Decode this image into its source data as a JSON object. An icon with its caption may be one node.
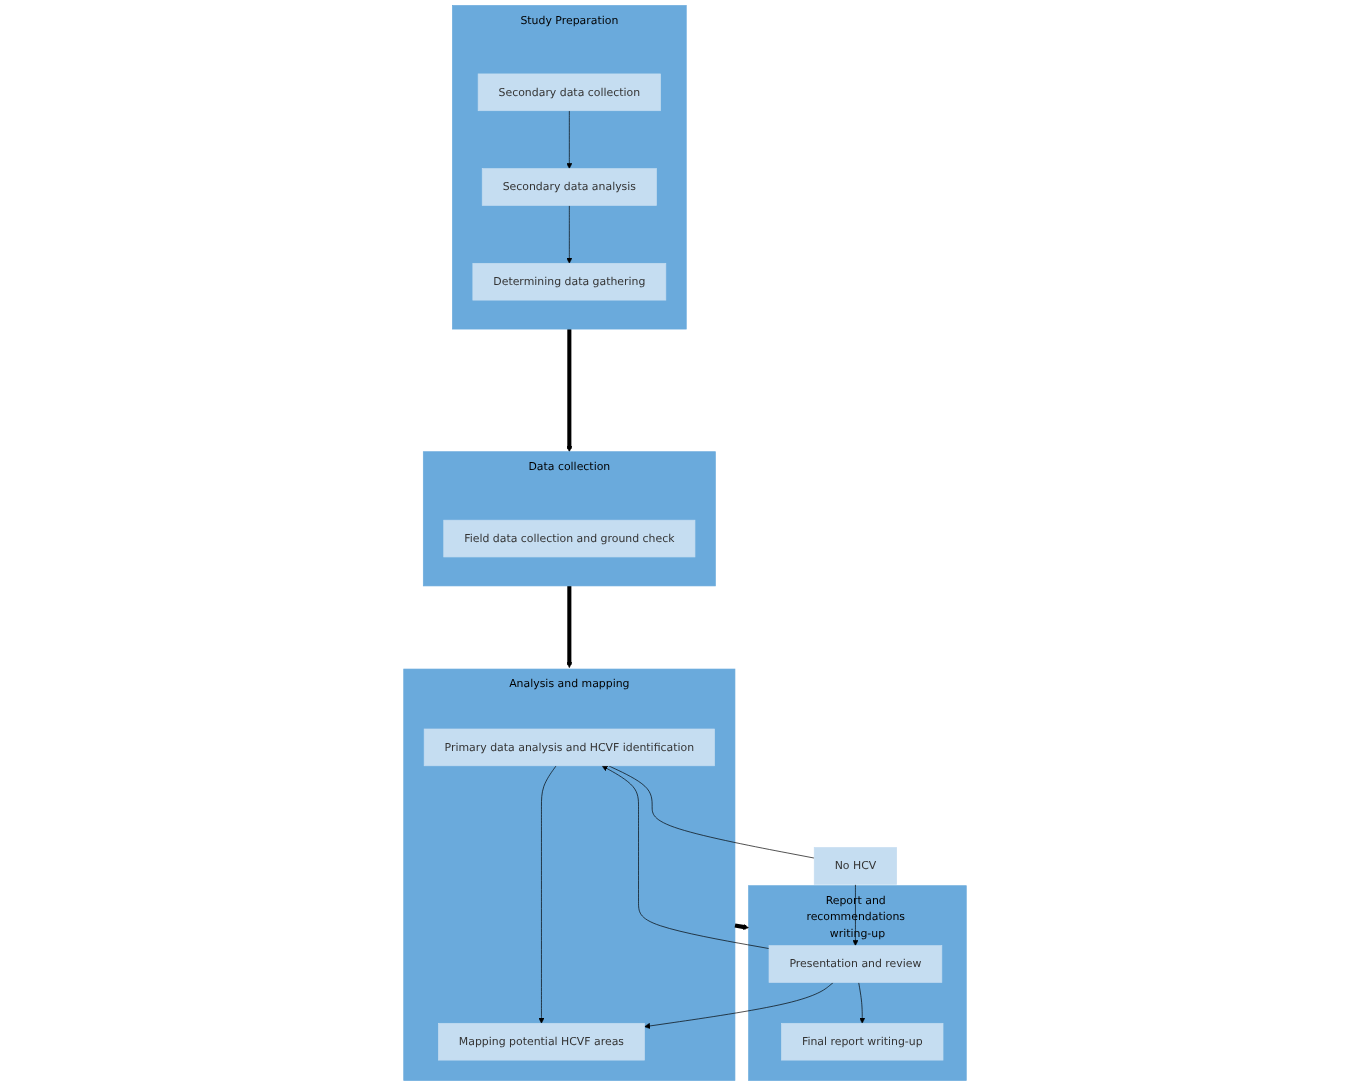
{
  "diagram": {
    "nodes": [
      {
        "text": [
          "Study Preparation"
        ]
      },
      {
        "text": [
          "Secondary data collection"
        ],
        "in": 0
      },
      {
        "text": [
          "Secondary data analysis"
        ],
        "in": 0
      },
      {
        "text": [
          "Determining data gathering"
        ],
        "in": 0
      },
      {
        "text": [
          "Data collection"
        ]
      },
      {
        "text": [
          "Field data collection and ground check"
        ],
        "in": 4
      },
      {
        "text": [
          "Analysis and mapping"
        ]
      },
      {
        "text": [
          "Primary data analysis and HCVF identification"
        ],
        "in": 6
      },
      {
        "text": [
          "Mapping potential HCVF areas"
        ],
        "in": 6
      },
      {
        "text": [
          "No HCV"
        ]
      },
      {
        "text": [
          "Report and recommendations writing-up"
        ]
      },
      {
        "text": [
          "Presentation and review"
        ],
        "in": 10
      },
      {
        "text": [
          "Final report writing-up"
        ],
        "in": 10
      }
    ],
    "edges": [
      {
        "from": 1,
        "to": 2,
        "arrow": "to"
      },
      {
        "from": 2,
        "to": 3,
        "arrow": "to"
      },
      {
        "from": 0,
        "to": 4,
        "arrow": "to",
        "style": "thick"
      },
      {
        "from": 4,
        "to": 6,
        "arrow": "to",
        "style": "thick"
      },
      {
        "from": 7,
        "to": 8,
        "arrow": "to"
      },
      {
        "from": 6,
        "to": 10,
        "arrow": "to",
        "style": "thick"
      },
      {
        "from": 11,
        "to": 12,
        "arrow": "to"
      },
      {
        "from": 7,
        "to": 9,
        "arrow": "none"
      },
      {
        "from": 9,
        "to": 11,
        "arrow": "to"
      },
      {
        "from": 11,
        "to": 7,
        "arrow": "to"
      },
      {
        "from": 11,
        "to": 8,
        "arrow": "to"
      }
    ]
  }
}
